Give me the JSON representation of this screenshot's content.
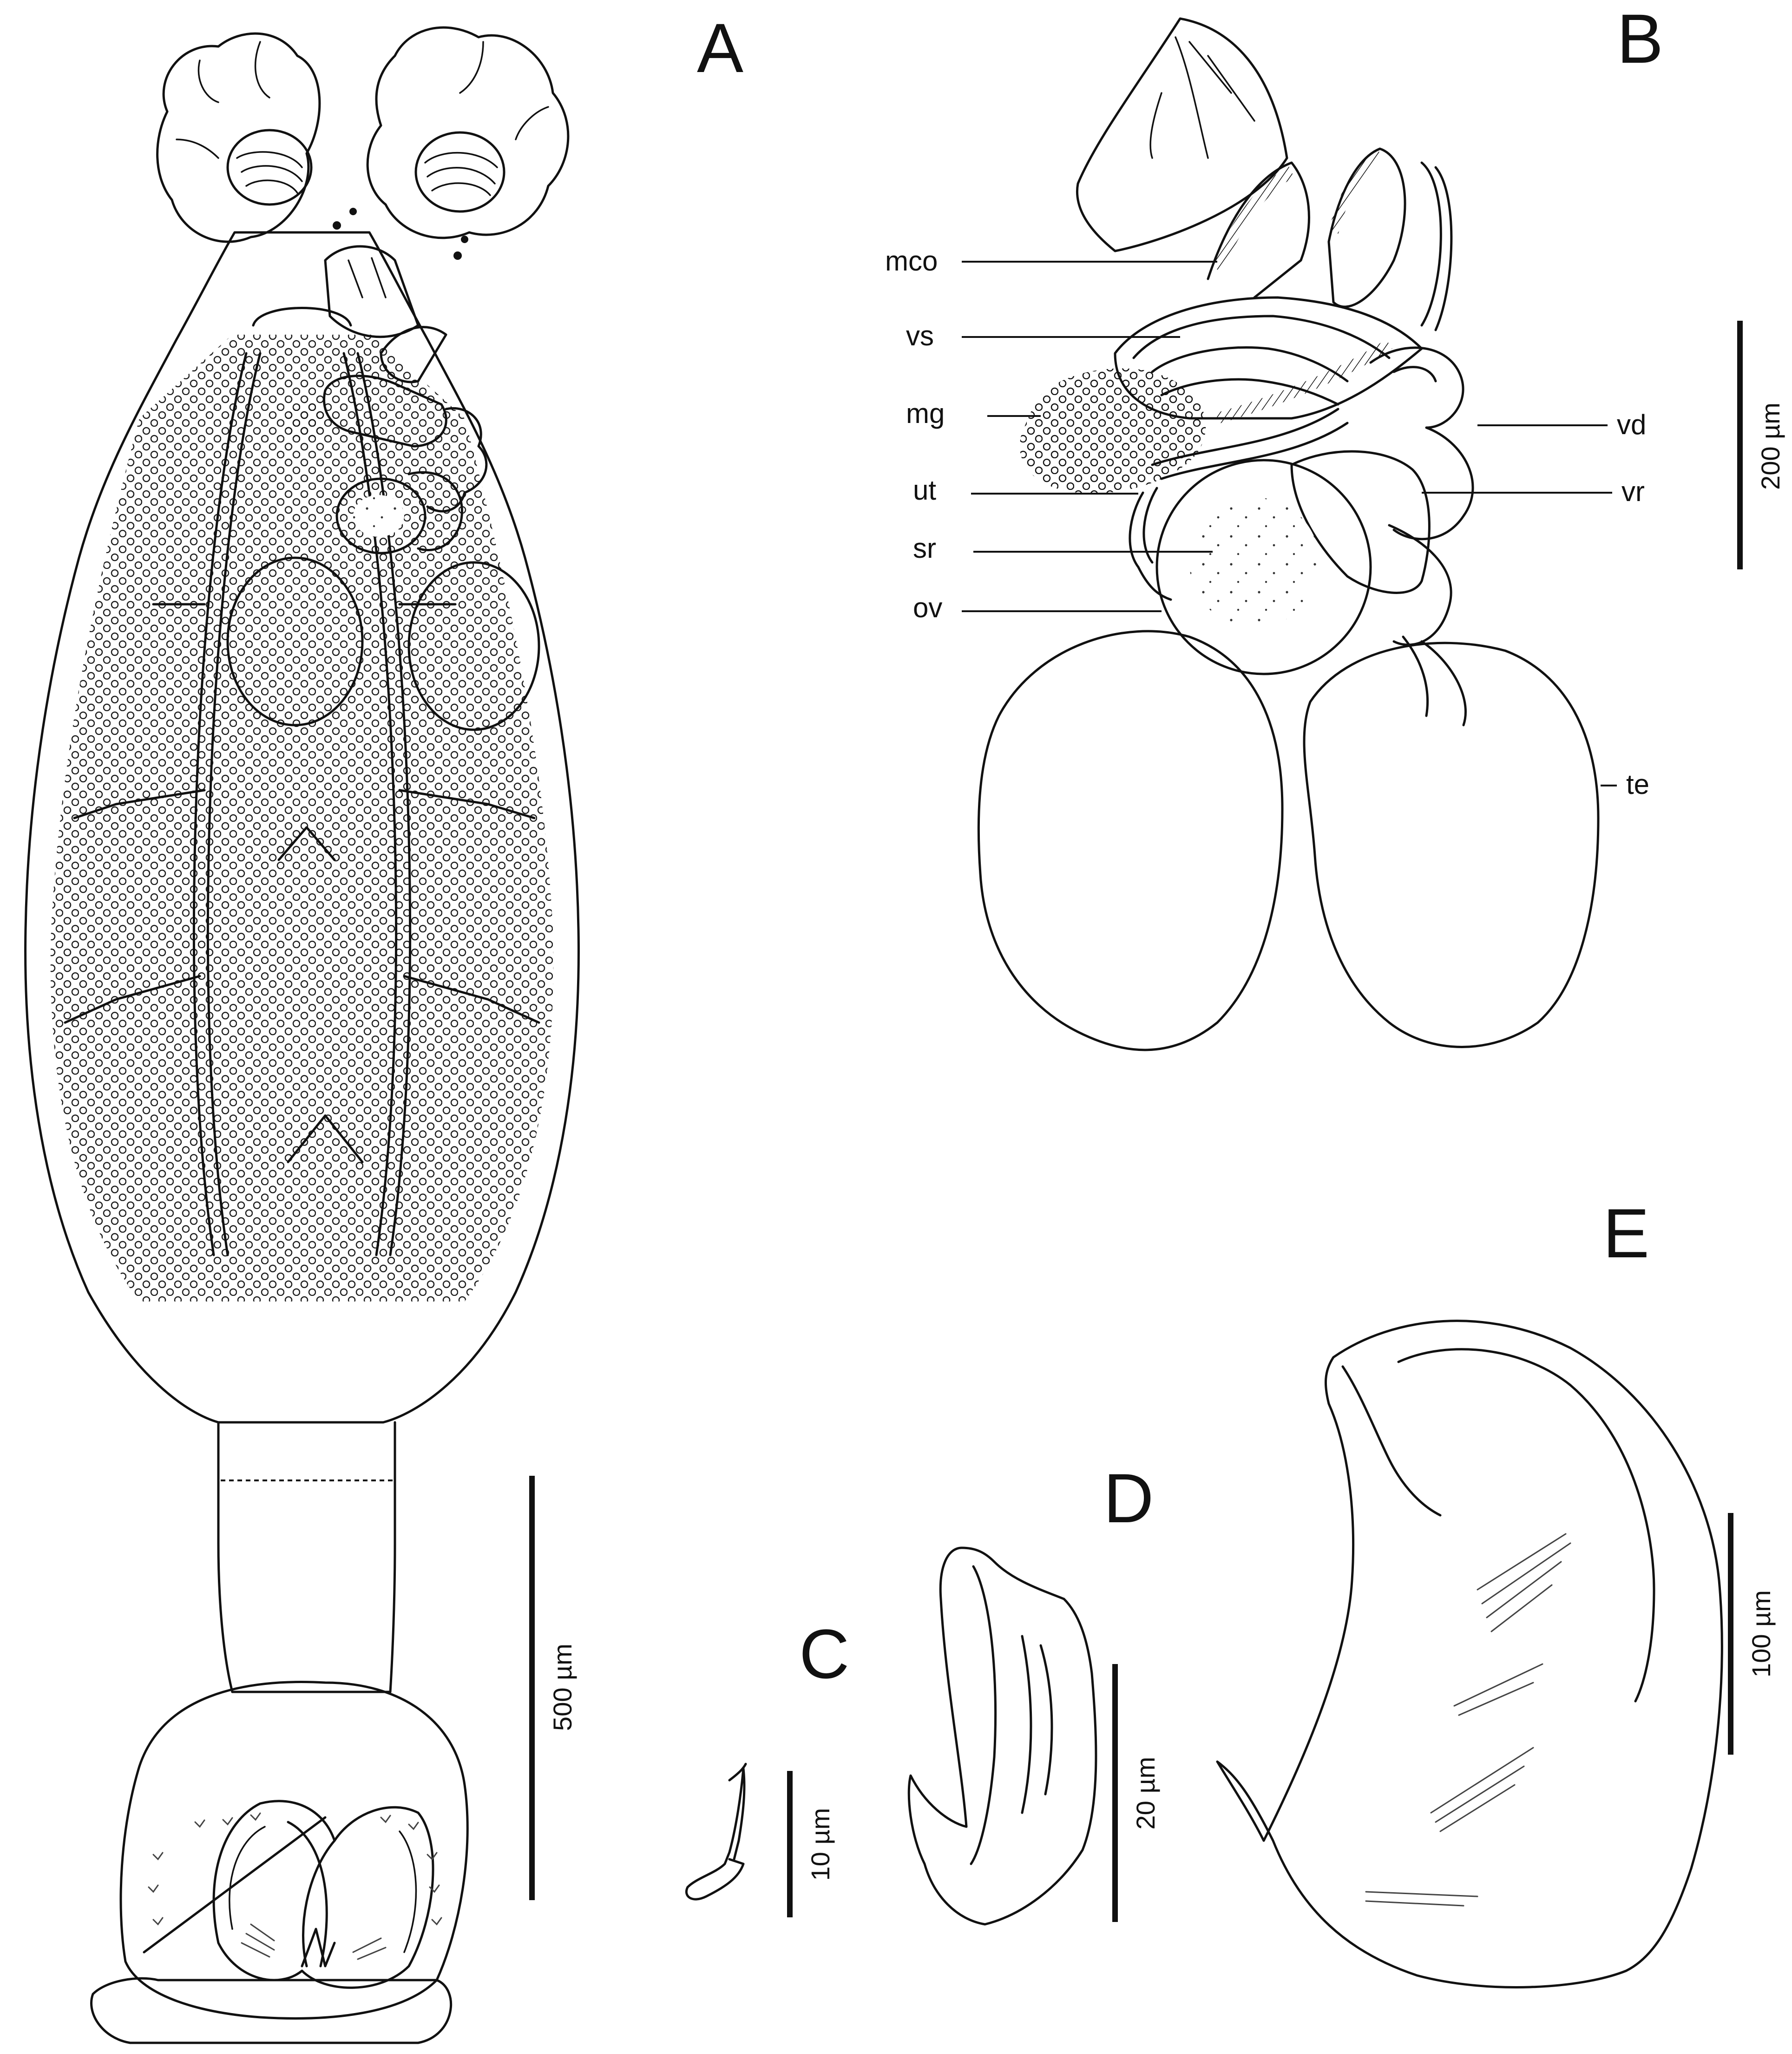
{
  "panels": {
    "a": "A",
    "b": "B",
    "c": "C",
    "d": "D",
    "e": "E"
  },
  "labels": {
    "mco": "mco",
    "vs": "vs",
    "mg": "mg",
    "ut": "ut",
    "sr": "sr",
    "ov": "ov",
    "vd": "vd",
    "vr": "vr",
    "te": "te"
  },
  "scale_bars": {
    "a": "500 µm",
    "b": "200 µm",
    "c": "10 µm",
    "d": "20 µm",
    "e": "100 µm"
  }
}
